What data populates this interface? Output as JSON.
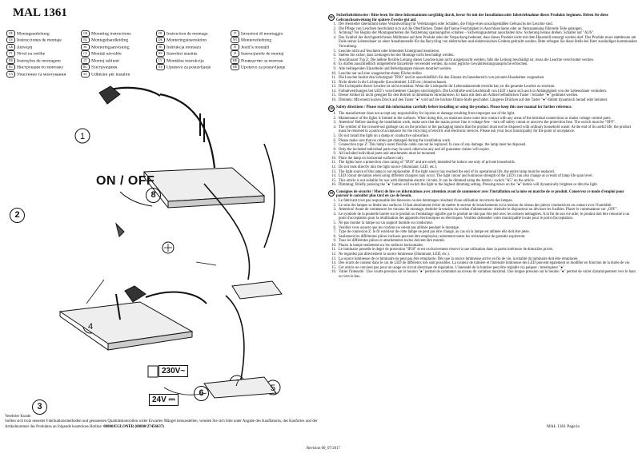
{
  "title": "MAL 1361",
  "languages": {
    "col1": [
      {
        "code": "DE",
        "label": "Montageanleitung"
      },
      {
        "code": "ES",
        "label": "Instrucciones de montaje"
      },
      {
        "code": "GR",
        "label": "Διανομή"
      },
      {
        "code": "PT",
        "label": "Nível na rotilhe"
      },
      {
        "code": "BR",
        "label": "Instruções de montagem"
      },
      {
        "code": "RU",
        "label": "Инструкция по монтажу"
      },
      {
        "code": "UA",
        "label": "Упаcтeнно та монтування"
      }
    ],
    "col2": [
      {
        "code": "GB",
        "label": "Mounting instructions"
      },
      {
        "code": "NL",
        "label": "Montagehandleiding"
      },
      {
        "code": "SE",
        "label": "Monteringsanvisning"
      },
      {
        "code": "CZ",
        "label": "Montáž návodile"
      },
      {
        "code": "LT",
        "label": "Montoj taliinati"
      },
      {
        "code": "BG",
        "label": "Ѕ'нструкциия"
      },
      {
        "code": "SA",
        "label": "Udhëzim për instalim"
      }
    ],
    "col3": [
      {
        "code": "FR",
        "label": "Instruction de montage"
      },
      {
        "code": "DK",
        "label": "Monteringsinstruktion"
      },
      {
        "code": "SK",
        "label": "Inštrukcja montażu"
      },
      {
        "code": "HU",
        "label": "Szerelési utasítás"
      },
      {
        "code": "LV",
        "label": "Montāžas instrukcija"
      },
      {
        "code": "RS",
        "label": "Uputstvo za postavljanje"
      }
    ],
    "col4": [
      {
        "code": "IT",
        "label": "Istruzioni di montaggio"
      },
      {
        "code": "NO",
        "label": "Monteveiledning"
      },
      {
        "code": "FI",
        "label": "Jestif k montáži"
      },
      {
        "code": "SI",
        "label": "Instrucţiunile de montaj"
      },
      {
        "code": "MK",
        "label": "Puoвeдcтвo за монтаж"
      },
      {
        "code": "HR",
        "label": "Uputstvo za postavljanje"
      }
    ]
  },
  "illustration": {
    "steps": [
      "1",
      "2",
      "3",
      "4",
      "5",
      "6",
      "7",
      "8"
    ],
    "onoff_label": "ON / OFF",
    "voltage_ac": "230V~",
    "voltage_dc": "24V ⎓"
  },
  "footer": {
    "heading": "Verehrter Kunde",
    "text": "Sollten sich trotz neuester Fabrikationsmethoden und genauesten Qualitätskontrollen wider Erwarten Mängel herausstellen, wenden Sie sich bitte unter Angabe des Kaufdatums, des Kaufortes und der Artikelnummer des Produktes an folgende kostenlose Hotline:",
    "hotline": "00800/EGLONER (00800/27456637)",
    "revision": "Revision 00_07/2017",
    "page_ref": "MAL 1361 Page1a"
  },
  "sections": [
    {
      "icon": "DE",
      "heading": "Sicherheitshinweise / Bitte lesen Sie diese Informationen sorgfältig durch, bevor Sie mit der Installation oder Inbetriebnahme dieses Produkts beginnen. Heben Sie diese Gebrauchsanweisung für spätere Zwecke gut auf.",
      "items": [
        "Der Hersteller übernimmt keine Verantwortung für Verletzungen oder Schäden, die Folge eines unsachgemäßen Gebrauchs der Leuchte sind.",
        "Die Pflege von Leuchten beschränkt sich auf die Oberflächen. Dabei darf keine Feuchtigkeit in Anschlussräume oder an Netzspannung führende Teile gelangen.",
        "Achtung! Vor Beginn der Montagearbeiten die Netzleitung spannungsfrei schalten – Sicherungsautomat ausschalten bzw. Sicherung heraus drehen. Schalter auf \"AUS\".",
        "Das Symbol der durchgestrichenen Mülltonne auf dem Produkt oder der Verpackung bedeutet, dass dieses Produkt nicht mit dem Hausmüll entsorgt werden darf. Das Produkt muss stattdessen am Ende seiner Lebensdauer zu einer Annahmestelle für das Recycling von elektrischen und elektronischen Geräten gebracht werden. Bitte erfragen Sie diese Stelle bei Ihrer zuständigen kommunalen Verwaltung.",
        "Leuchte nicht auf feuchtem oder leitendem Untergrund montieren.",
        "Stellen Sie sicher, dass Leitungen bei der Montage nicht beschädigt werden.",
        "Anschlussart Typ Z: Die äußere flexible Leitung dieser Leuchte kann nicht ausgetauscht werden; falls die Leitung beschädigt ist, muss die Leuchte verschrottet werden.",
        "Es dürfen ausschließlich mitgelieferte Einzelteile verwendet werden, da sonst jegliche Gewährleistungsansprüche erlöschen.",
        "Alle beiliegenden Einzelteile und Befestigungen müssen montiert werden.",
        "Leuchte nur auf eine waagerechte ebene Fläche stellen",
        "Die Leuchte besitzt den Schutzgrad \"IP20\" und ist ausschließlich für den Einsatz im Innenbereich von privaten Haushalten vorgesehen.",
        "Nicht direkt in die Lichtquelle (Leuchtmittel, LED etc.) hineinschauen.",
        "Die Lichtquelle dieser Leuchte ist nicht ersetzbar. Wenn die Lichtquelle ihr Lebensdauerende erreicht hat, ist die gesamte Leuchte zu ersetzen.",
        "Farbabweichungen bei LED´s verschiedener Chargen sind möglich. Die Lichtfarbe und Leuchtkraft von LED´s kann sich auch in Abhängigkeit von der Lebensdauer verändern.",
        "Dieser Artikel ist nicht geeignet für den Betrieb in dimmbaren Stromkreisen. Er kann mit dem am Artikel befindlichen Taster / Schalter \"●\" gedimmt werden.",
        "Dimmen: Mit einem kurzen Druck auf den Taster \"●\" wird auf die höchste Dimm-Stufe geschaltet. Längeres Drücken auf den Taster \"●\" dimmt dynamisch herauf oder herunter."
      ]
    },
    {
      "icon": "GB",
      "heading": "Safety directions / Please read this information carefully before installing or using the product. Please keep this user manual for further reference.",
      "items": [
        "The manufacturer does not accept any responsibility for injuries or damage resulting from improper use of the light.",
        "Maintenance of the lights is limited to the surfaces. When doing this, no moisture must come into contact with any areas of the terminal connections or mains voltage control parts.",
        "Attention! Before starting the installation work, make sure that the mains power line is voltage-free – turn off safety cutout or unscrew the protection fuse. The switch must be \"OFF\".",
        "The symbol of the crossed-out garbage can on the product or the packaging means that the product must not be disposed with ordinary household waste. At the end of its useful life, the product must be returned to a point of acceptance for the recycling of electric and electronic devices. Please ask your local municipality for the point of acceptance.",
        "Do not install the light on a damp or conductive subsurface.",
        "Please make sure that no cables get damaged during the installation work.",
        "Connection type Z: This lamp's outer flexible cable can not be replaced. In case of any damage, the lamp must be disposed.",
        "Only the included individual parts may be used; otherwise any and all guarantee claims will expire.",
        "All included individual parts and attachments must be mounted.",
        "Place the lamp on horizontal surfaces only.",
        "The lights have a protection class rating of \"IP20\" and are solely intended for indoor use only of private households.",
        "Do not look directly into the light source (illuminant, LED, etc.).",
        "The light source of this lamp is not replaceable. If the light source has reached the end of its operational life, the entire lamp must be replaced.",
        "LED colour deviation when using different chargers may occur. The light colour and luminous strength of the LED's can also change as a result of lamp life span level.",
        "This article is not suitable for use with dimmable electric circuits. It can be dimmed using the button / switch \"A5\" on the article.",
        "Dimming: Briefly pressing the \"●\" button will switch the light to the highest dimming setting. Pressing down on the \"●\" button will dynamically brighten or dim the light."
      ]
    },
    {
      "icon": "FR",
      "heading": "Consignes de sécurité / Merci de lire ces informations avec attention avant de commencer avec l'installation ou la mise en marche de ce produit. Conservez ce mode d'emploi pour pouvoir le consulter plus tard en cas de besoin.",
      "items": [
        "Le fabricant n'est pas responsable des blessures ou des dommages résultant d'une utilisation incorrecte des lampes.",
        "Le soin des lampes se limite aux surfaces. Il faut absolument éviter de mettre le secteur de branchements ou la tension du réseau des pièces conductrices en contact avec l'humidité.",
        "Attention! Avant de commencer les travaux de montage, éteindre la tension du cordon d'alimentation- éteindre le disjoncteur ou dévisser les fusibles. Placer le commutateur sur „OFF\".",
        "Le symbole de la poubelle barrée sur le produit ou l'emballage signifie que le produit ne doit pas être jeté avec les ordures ménagères. A la fin de son vie utile, le produit doit être retourné à un point d'acceptation pour la réutilisation des appareils électroniques ou électriques. Veuillez demander votre municipalité locale pour le point d'acceptation.",
        "Ne pas monter la lampe sur un support humide ou conducteur.",
        "Veuillez vous assurer que les cordons ne soient pas abîmés pendant le montage.",
        "Type de connexion Z: le fil extérieur de cette lampe ne peut pas être changé, au cas où la lampe est abîmée elle doit être jetée.",
        "Seulement les différentes pièces incluses peuvent être employées; autrement toutes les réclamations de garantie expireront.",
        "Tous les différentes pièces et attachements inclus doivent être montés.",
        "Placez la lampe seulement sur les surfaces horizontales.",
        "Le luminaire possède le degré de protection \"IP20\" et est exclusivement réservé à une utilisation dans la partie intérieure de domiciles privés.",
        "Ne regardez pas directement la source lumineuse (illuminant, LED, etc.).",
        "La source lumineuse de ce luminaire ne peut pas être remplacée. Dès que la source lumineuse arrive en fin de vie, la totalité du luminaire doit être remplacée.",
        "Des écarts de couleur dans le cas de LED de différents lots sont possibles. La couleur de lumière et l'intensité lumineuse des LED peuvent également se modifier en fonction de la durée de vie.",
        "Cet article ne convient pas pour un usage en circuit électrique de régulation. L'intensité de la lumière peut être réglable via palpeur / interrupteur \"●\"",
        "Varier l'intensité : Une courte pression sur le bouton \"●\" permet de commuter au niveau de variation maximal. Une longue pression sur le bouton \"●\" permet de varier dynamiquement vers le haut ou vers le bas."
      ]
    }
  ]
}
